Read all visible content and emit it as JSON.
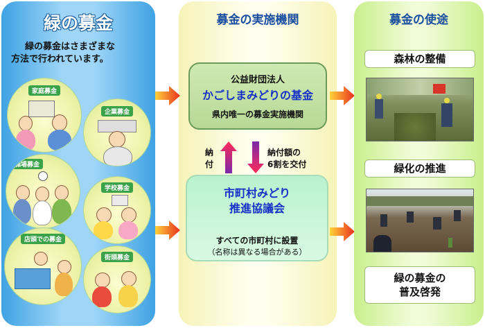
{
  "left": {
    "title": "緑の募金",
    "intro": [
      "緑の募金はさまざまな",
      "方法で行われています。"
    ],
    "categories": [
      "家庭募金",
      "企業募金",
      "職場募金",
      "学校募金",
      "店頭での募金",
      "街頭募金"
    ]
  },
  "middle": {
    "title": "募金の実施機関",
    "box1": {
      "line1": "公益財団法人",
      "line2": "かごしまみどりの基金",
      "line3": "県内唯一の募金実施機関"
    },
    "box2": {
      "line1": "市町村みどり",
      "line2": "推進協議会",
      "line3": "すべての市町村に設置",
      "line4": "（名称は異なる場合がある）"
    },
    "arrow_up_label": [
      "納",
      "付"
    ],
    "arrow_down_label": [
      "納付額の",
      "6割を交付"
    ]
  },
  "right": {
    "title": "募金の使途",
    "uses": [
      "森林の整備",
      "緑化の推進",
      "緑の募金の普及啓発"
    ],
    "last_lines": [
      "緑の募金の",
      "普及啓発"
    ]
  },
  "colors": {
    "left_panel": "#3fa2e3",
    "middle_panel": "#fffff0",
    "right_panel": "#c9ef8c",
    "title_blue": "#1a4fa0",
    "org_blue": "#1530c8",
    "arrow_orange": "#e8461c"
  }
}
